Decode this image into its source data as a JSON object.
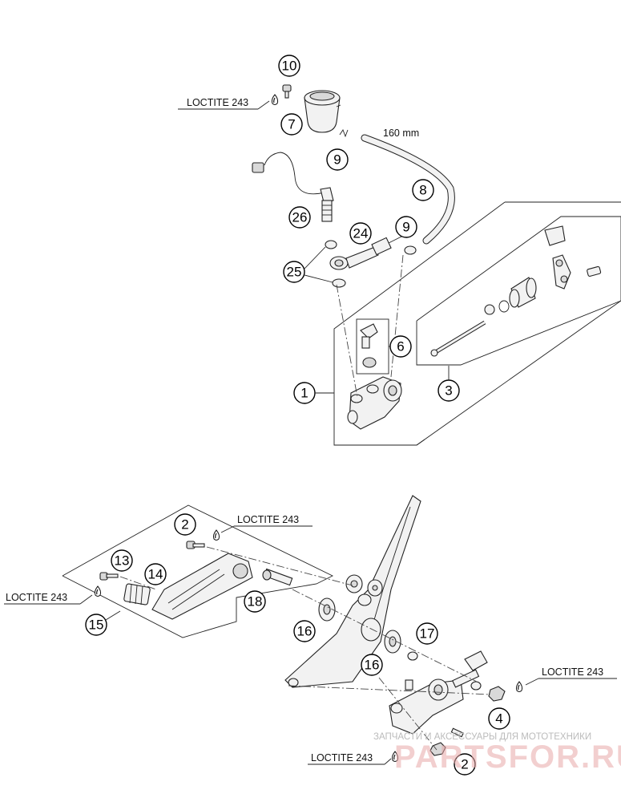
{
  "labels": {
    "loctite_top": "LOCTITE 243",
    "loctite_mid": "LOCTITE 243",
    "loctite_left": "LOCTITE 243",
    "loctite_right": "LOCTITE 243",
    "loctite_bottom": "LOCTITE 243",
    "hose_length": "160 mm"
  },
  "callouts": {
    "n10": "10",
    "n7": "7",
    "n9a": "9",
    "n8": "8",
    "n26": "26",
    "n24": "24",
    "n9b": "9",
    "n25": "25",
    "n6": "6",
    "n1": "1",
    "n3": "3",
    "n2a": "2",
    "n13": "13",
    "n14": "14",
    "n15": "15",
    "n18": "18",
    "n16a": "16",
    "n16b": "16",
    "n17": "17",
    "n4": "4",
    "n2b": "2"
  },
  "watermark": {
    "subtitle": "ЗАПЧАСТИ И АКСЕССУАРЫ ДЛЯ МОТОТЕХНИКИ",
    "brand": "PARTSFOR.RU"
  },
  "icons": [
    "sealant-drop-icon"
  ]
}
